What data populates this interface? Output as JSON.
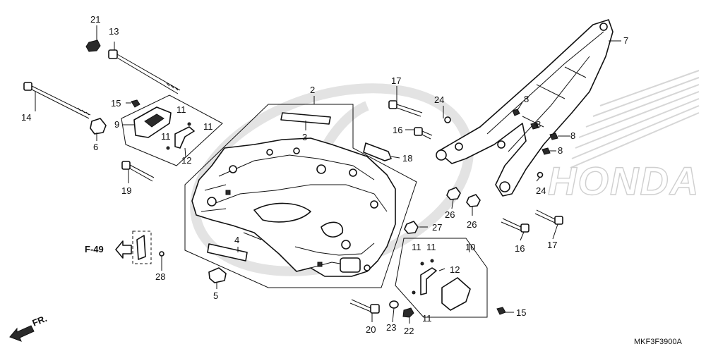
{
  "diagram": {
    "part_numbers": {
      "p2": "2",
      "p3": "3",
      "p4": "4",
      "p5": "5",
      "p6": "6",
      "p7": "7",
      "p8a": "8",
      "p8b": "8",
      "p8c": "8",
      "p8d": "8",
      "p9": "9",
      "p10": "10",
      "p11a": "11",
      "p11b": "11",
      "p11c": "11",
      "p11d": "11",
      "p11e": "11",
      "p11f": "11",
      "p12a": "12",
      "p12b": "12",
      "p13": "13",
      "p14": "14",
      "p15a": "15",
      "p15b": "15",
      "p16a": "16",
      "p16b": "16",
      "p17a": "17",
      "p17b": "17",
      "p18": "18",
      "p19": "19",
      "p20": "20",
      "p21": "21",
      "p22": "22",
      "p23": "23",
      "p24a": "24",
      "p24b": "24",
      "p26a": "26",
      "p26b": "26",
      "p27": "27",
      "p28": "28"
    },
    "cross_reference": "F-49",
    "front_indicator": "FR.",
    "diagram_code": "MKF3F3900A",
    "brand_watermark": "HONDA"
  }
}
